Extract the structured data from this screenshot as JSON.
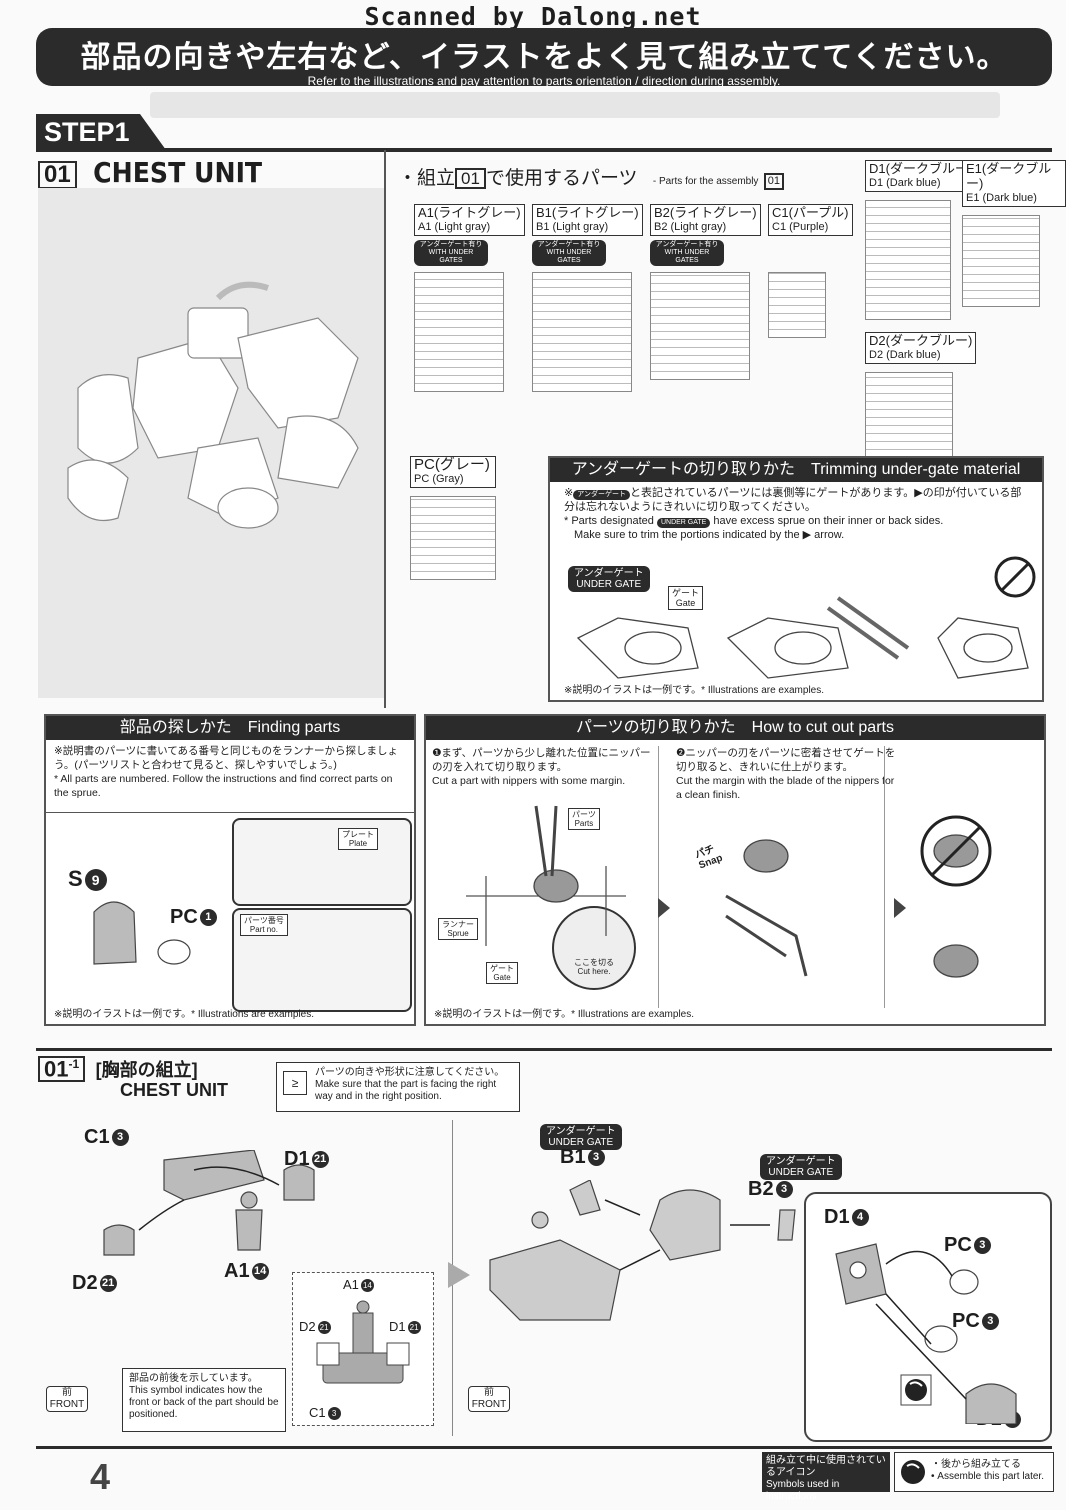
{
  "scan_credit": "Scanned by Dalong.net",
  "header": {
    "title_jp": "部品の向きや左右など、イラストをよく見て組み立ててください。",
    "title_en": "Refer to the illustrations and pay attention to parts orientation / direction during assembly."
  },
  "step": {
    "label": "STEP1",
    "section_number": "01",
    "section_title": "CHEST UNIT"
  },
  "parts_used": {
    "heading_jp": "・組立",
    "heading_num": "01",
    "heading_jp_tail": "で使用するパーツ",
    "heading_en": "- Parts for the assembly",
    "runners": [
      {
        "jp": "A1(ライトグレー)",
        "en": "A1 (Light gray)",
        "under_gate": true
      },
      {
        "jp": "B1(ライトグレー)",
        "en": "B1 (Light gray)",
        "under_gate": true
      },
      {
        "jp": "B2(ライトグレー)",
        "en": "B2 (Light gray)",
        "under_gate": true
      },
      {
        "jp": "C1(パープル)",
        "en": "C1 (Purple)",
        "under_gate": false
      },
      {
        "jp": "D1(ダークブルー)",
        "en": "D1 (Dark blue)",
        "under_gate": false
      },
      {
        "jp": "E1(ダークブルー)",
        "en": "E1 (Dark blue)",
        "under_gate": false
      },
      {
        "jp": "D2(ダークブルー)",
        "en": "D2 (Dark blue)",
        "under_gate": false
      },
      {
        "jp": "PC(グレー)",
        "en": "PC (Gray)",
        "under_gate": false
      }
    ],
    "under_gate_badge": "アンダーゲート有り WITH UNDER GATES"
  },
  "trimming": {
    "title": "アンダーゲートの切り取りかた　Trimming under-gate material",
    "jp_1": "※",
    "jp_badge": "アンダーゲート",
    "jp_text": "と表記されているパーツには裏側等にゲートがあります。▶の印が付いている部分は忘れないようにきれいに切り取ってください。",
    "en_1": "* Parts designated",
    "en_badge": "UNDER GATE",
    "en_text": "have excess sprue on their inner or back sides.",
    "en_text2": "Make sure to trim the portions indicated by the ▶ arrow.",
    "under_gate_label_jp": "アンダーゲート",
    "under_gate_label_en": "UNDER GATE",
    "gate_jp": "ゲート",
    "gate_en": "Gate",
    "note": "※説明のイラストは一例です。* Illustrations are examples."
  },
  "finding": {
    "title": "部品の探しかた　Finding parts",
    "jp": "※説明書のパーツに書いてある番号と同じものをランナーから探しましょう。(パーツリストと合わせて見ると、探しやすいでしょう。)",
    "en": "* All parts are numbered. Follow the instructions and find correct parts on the sprue.",
    "plate_jp": "プレート",
    "plate_en": "Plate",
    "partno_jp": "パーツ番号",
    "partno_en": "Part no.",
    "s9": "S",
    "s9_num": "9",
    "pc1": "PC",
    "pc1_num": "1",
    "note": "※説明のイラストは一例です。* Illustrations are examples."
  },
  "cutting": {
    "title": "パーツの切り取りかた　How to cut out parts",
    "step1_jp": "❶まず、パーツから少し離れた位置にニッパーの刃を入れて切り取ります。",
    "step1_en": "Cut a part with nippers with some margin.",
    "step2_jp": "❷ニッパーの刃をパーツに密着させてゲートを切り取ると、きれいに仕上がります。",
    "step2_en": "Cut the margin with the blade of the nippers for a clean finish.",
    "parts_jp": "パーツ",
    "parts_en": "Parts",
    "runner_jp": "ランナー",
    "runner_en": "Sprue",
    "gate_jp": "ゲート",
    "gate_en": "Gate",
    "cut_jp": "ここを切る",
    "cut_en": "Cut here.",
    "snap_jp": "パチ",
    "snap_en": "Snap",
    "note": "※説明のイラストは一例です。* Illustrations are examples."
  },
  "assembly": {
    "num": "01",
    "sub": "-1",
    "title_jp": "[胸部の組立]",
    "title_en": "CHEST UNIT",
    "orientation_jp": "パーツの向きや形状に注意してください。",
    "orientation_en": "Make sure that the part is facing the right way and in the right position.",
    "front_note_jp": "部品の前後を示しています。",
    "front_note_en": "This symbol indicates how the front or back of the part should be positioned.",
    "front_jp": "前",
    "front_en": "FRONT",
    "under_gate_jp": "アンダーゲート",
    "under_gate_en": "UNDER GATE",
    "parts": {
      "c1": "C1",
      "c1n": "3",
      "d1": "D1",
      "d1n": "21",
      "d2": "D2",
      "d2n": "21",
      "a1": "A1",
      "a1n": "14",
      "b1": "B1",
      "b1n": "3",
      "b2": "B2",
      "b2n": "3",
      "d1b": "D1",
      "d1bn": "4",
      "pc3a": "PC",
      "pc3an": "3",
      "pc3b": "PC",
      "pc3bn": "3",
      "d15": "D1",
      "d15n": "5"
    }
  },
  "footer": {
    "page": "4",
    "icons_jp": "組み立て中に使用されているアイコン",
    "icons_en": "Symbols used in instructions",
    "later_jp": "・後から組み立てる",
    "later_en": "• Assemble this part later."
  }
}
